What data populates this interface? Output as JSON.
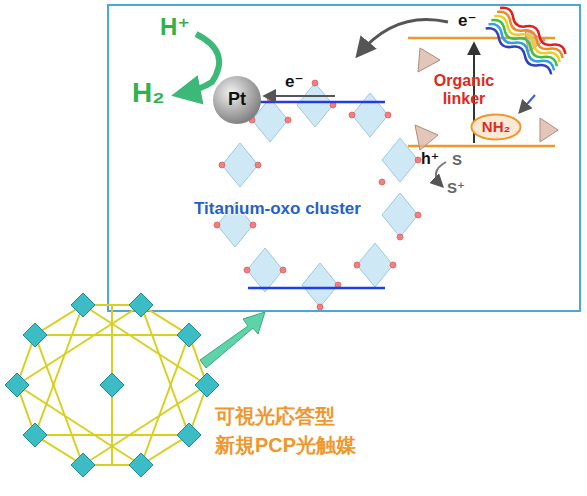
{
  "diagram": {
    "nodes": [
      {
        "text": [
          "Pt"
        ]
      },
      {
        "text": [
          "NH₂"
        ]
      }
    ],
    "labels": [
      "H⁺",
      "H₂",
      "e⁻",
      "e⁻",
      "Organic linker",
      "h⁺",
      "S",
      "S⁺",
      "Titanium-oxo cluster",
      "可視光応答型",
      "新規PCP光触媒"
    ]
  }
}
